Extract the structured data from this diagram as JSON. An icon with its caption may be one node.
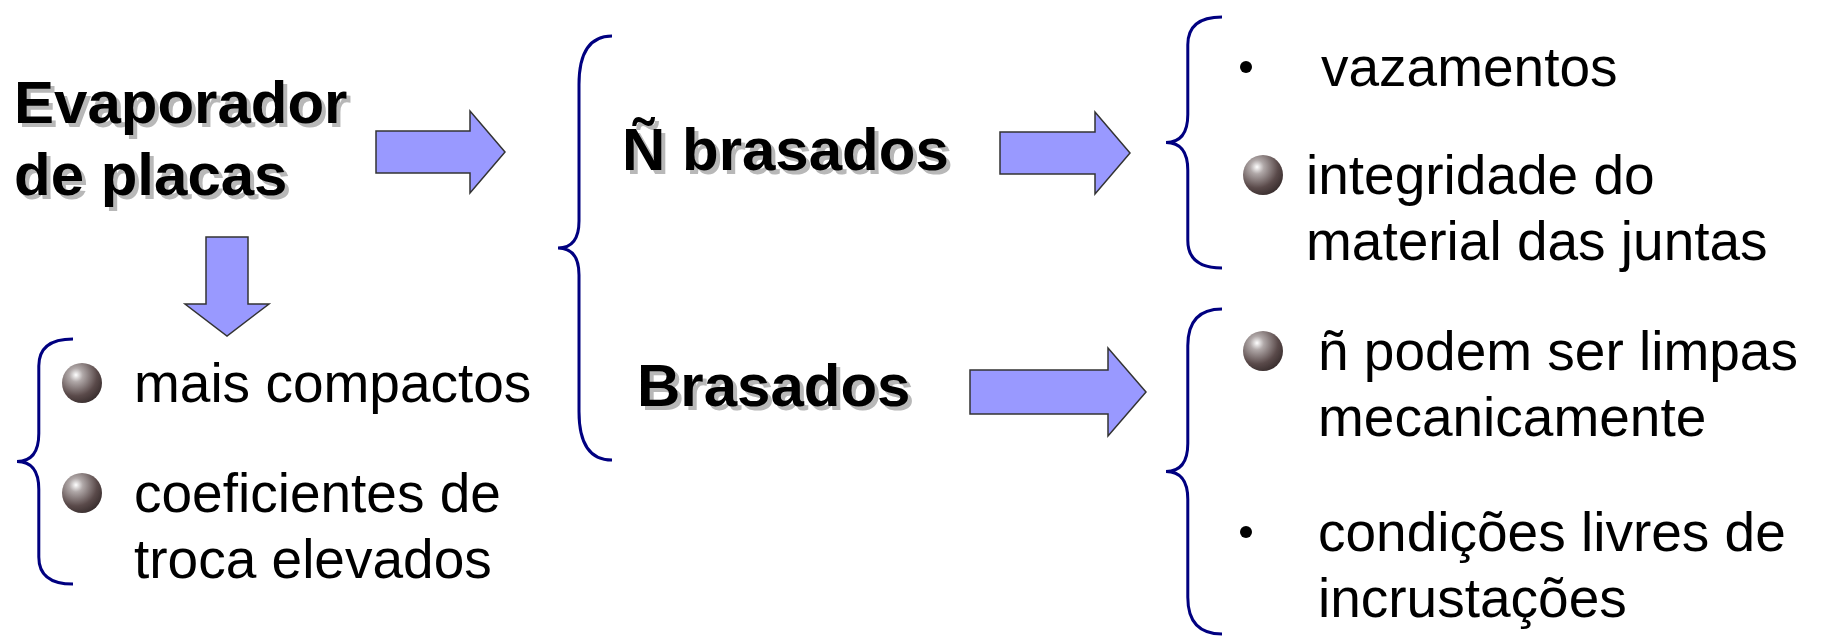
{
  "diagram": {
    "nodes": [
      {
        "text": [
          "Evaporador de placas"
        ]
      },
      {
        "text": [],
        "shape": "brace"
      },
      {
        "text": [
          "Ñ brasados"
        ],
        "in": 1
      },
      {
        "text": [
          "Brasados"
        ],
        "in": 1
      },
      {
        "text": [],
        "shape": "brace"
      },
      {
        "text": [
          "vazamentos"
        ],
        "in": 4
      },
      {
        "text": [
          "integridade do material das juntas"
        ],
        "in": 4
      },
      {
        "text": [],
        "shape": "brace"
      },
      {
        "text": [
          "ñ podem ser limpas mecanicamente"
        ],
        "in": 7
      },
      {
        "text": [
          "condições livres de incrustações"
        ],
        "in": 7
      },
      {
        "text": [],
        "shape": "brace"
      },
      {
        "text": [
          "mais compactos"
        ],
        "in": 10
      },
      {
        "text": [
          "coeficientes de troca elevados"
        ],
        "in": 10
      }
    ],
    "edges": [
      {
        "from": 0,
        "to": 1,
        "arrow": "to"
      },
      {
        "from": 0,
        "to": 10,
        "arrow": "to"
      },
      {
        "from": 2,
        "to": 4,
        "arrow": "to"
      },
      {
        "from": 3,
        "to": 7,
        "arrow": "to"
      }
    ]
  }
}
